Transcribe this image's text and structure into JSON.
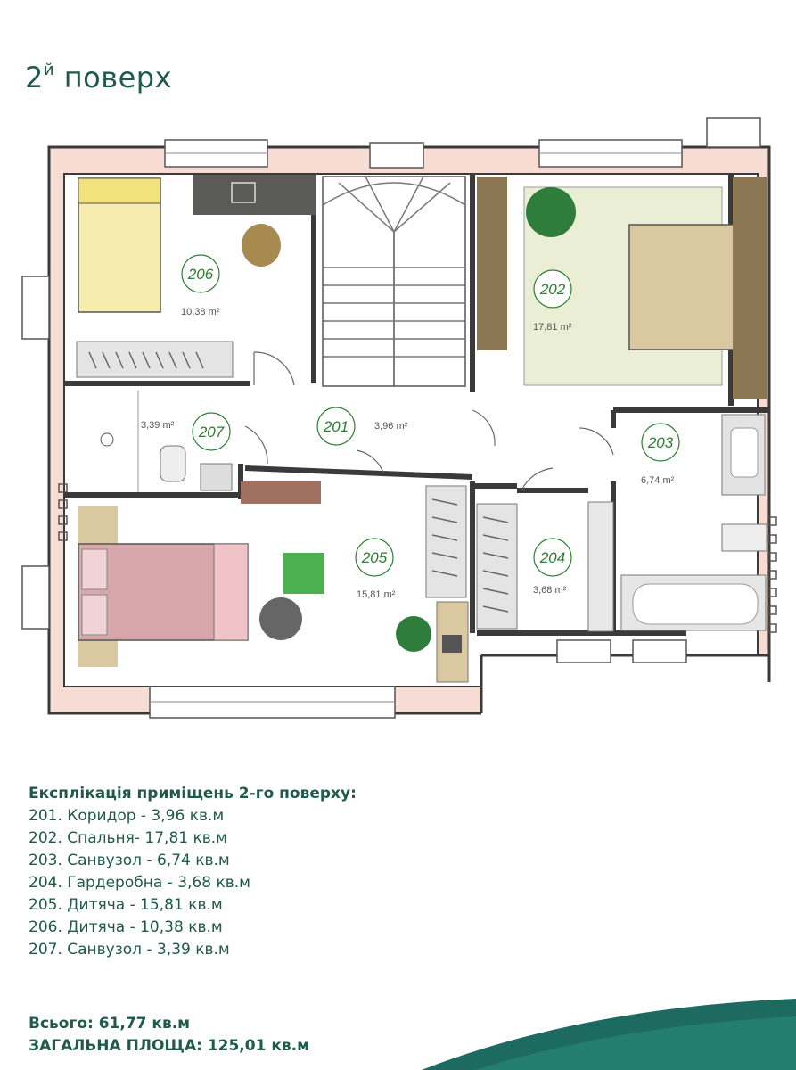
{
  "header": {
    "floor_number": "2",
    "floor_suffix": "й",
    "floor_word": "поверх"
  },
  "rooms": [
    {
      "num": "206",
      "area": "10,38 m²"
    },
    {
      "num": "202",
      "area": "17,81 m²"
    },
    {
      "num": "207",
      "area": "3,39 m²"
    },
    {
      "num": "201",
      "area": "3,96 m²"
    },
    {
      "num": "203",
      "area": "6,74 m²"
    },
    {
      "num": "205",
      "area": "15,81 m²"
    },
    {
      "num": "204",
      "area": "3,68 m²"
    }
  ],
  "legend": {
    "heading": "Експлікація приміщень 2-го поверху:",
    "items": [
      "201. Коридор - 3,96 кв.м",
      "202. Спальня- 17,81 кв.м",
      "203. Санвузол -  6,74 кв.м",
      "204. Гардеробна - 3,68 кв.м",
      "205. Дитяча - 15,81 кв.м",
      "206. Дитяча - 10,38 кв.м",
      "207. Санвузол - 3,39 кв.м"
    ]
  },
  "totals": {
    "total": "Всього: 61,77 кв.м",
    "overall": "ЗАГАЛЬНА ПЛОЩА: 125,01 кв.м"
  },
  "colors": {
    "brand": "#1f5a4a",
    "wall": "#3a3a3a",
    "wall_fill": "#f6dcd3",
    "green_badge": "#2e7d32",
    "bed_yellow": "#f5ecad",
    "bed_pink": "#d7a7ac",
    "bed_tan": "#d9c8a0"
  }
}
